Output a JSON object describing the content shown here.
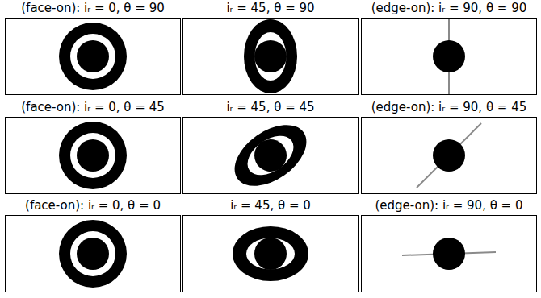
{
  "diagram": {
    "nodes": [
      {
        "text": [
          "(face-on): iᵣ = 0, θ = 90"
        ]
      },
      {
        "text": [
          "iᵣ = 45, θ = 90"
        ]
      },
      {
        "text": [
          "(edge-on): iᵣ = 90, θ = 90"
        ]
      },
      {
        "text": [
          "(face-on): iᵣ = 0, θ = 45"
        ]
      },
      {
        "text": [
          "iᵣ = 45, θ = 45"
        ]
      },
      {
        "text": [
          "(edge-on): iᵣ = 90, θ = 45"
        ]
      },
      {
        "text": [
          "(face-on): iᵣ = 0, θ = 0"
        ]
      },
      {
        "text": [
          "iᵣ = 45, θ = 0"
        ]
      },
      {
        "text": [
          "(edge-on): iᵣ = 90, θ = 0"
        ]
      }
    ]
  }
}
